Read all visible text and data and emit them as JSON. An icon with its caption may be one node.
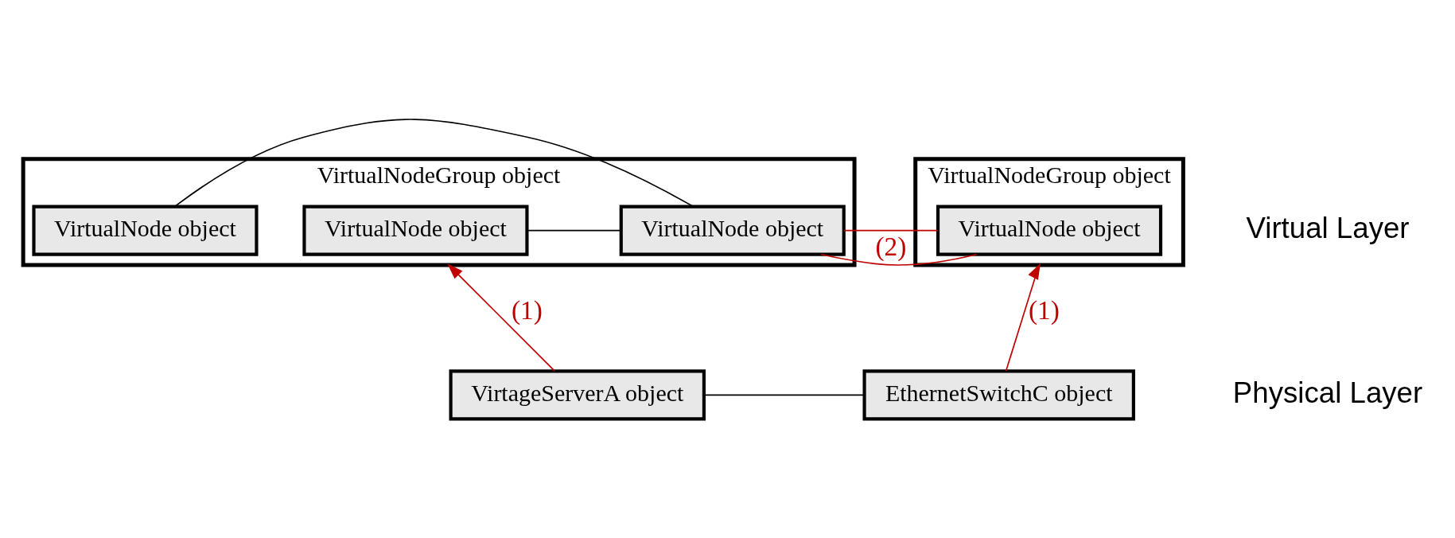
{
  "diagram": {
    "nodes": [
      {
        "text": [
          "VirtualNodeGroup object"
        ]
      },
      {
        "text": [
          "VirtualNode object"
        ],
        "in": 0
      },
      {
        "text": [
          "VirtualNode object"
        ],
        "in": 0
      },
      {
        "text": [
          "VirtualNode object"
        ],
        "in": 0
      },
      {
        "text": [
          "VirtualNodeGroup object"
        ]
      },
      {
        "text": [
          "VirtualNode object"
        ],
        "in": 4
      },
      {
        "text": [
          "VirtageServerA object"
        ]
      },
      {
        "text": [
          "EthernetSwitchC object"
        ]
      }
    ],
    "edges": [
      {
        "from": 1,
        "to": 3,
        "arrow": "none"
      },
      {
        "from": 2,
        "to": 3,
        "arrow": "none"
      },
      {
        "from": 3,
        "to": 5,
        "arrow": "none",
        "label": "(2)",
        "color": "#c00000"
      },
      {
        "from": 6,
        "to": 0,
        "arrow": "to",
        "label": "(1)",
        "color": "#c00000"
      },
      {
        "from": 7,
        "to": 4,
        "arrow": "to",
        "label": "(1)",
        "color": "#c00000"
      },
      {
        "from": 6,
        "to": 7,
        "arrow": "none"
      }
    ],
    "labels": [
      "Virtual Layer",
      "Physical Layer"
    ]
  }
}
